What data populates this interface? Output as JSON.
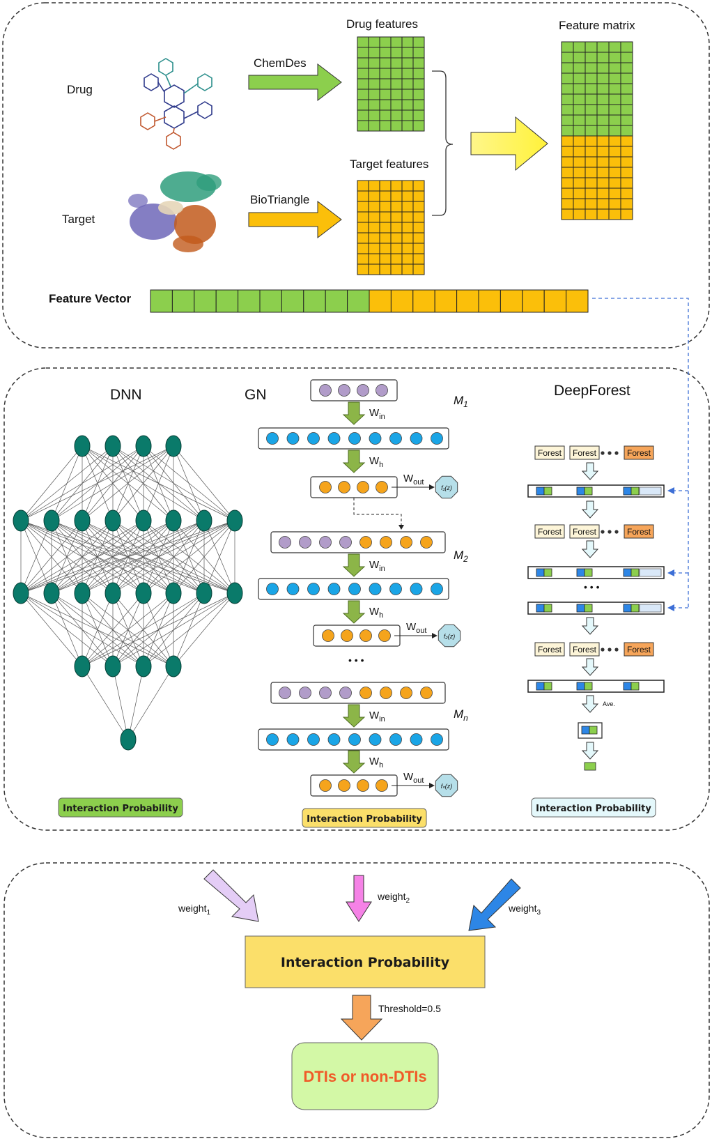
{
  "top": {
    "drug_label": "Drug",
    "target_label": "Target",
    "chemdes_label": "ChemDes",
    "biotriangle_label": "BioTriangle",
    "drug_features_label": "Drug features",
    "target_features_label": "Target features",
    "feature_matrix_label": "Feature matrix",
    "feature_vector_label": "Feature Vector"
  },
  "models": {
    "dnn_title": "DNN",
    "gn_title": "GN",
    "deepforest_title": "DeepForest",
    "dnn_output": "Interaction Probability",
    "gn_output": "Interaction Probability",
    "deepforest_output": "Interaction Probability",
    "gn": {
      "m1": "M",
      "m1_sub": "1",
      "m2": "M",
      "m2_sub": "2",
      "mn": "M",
      "mn_sub": "n",
      "w": "W",
      "in_sub": "in",
      "h_sub": "h",
      "out_sub": "out",
      "f1": "f₁(z)",
      "f2": "f₂(z)",
      "fn": "fₙ(z)",
      "ellipsis": "• • •"
    },
    "deepforest": {
      "forest": "Forest",
      "ave": "Ave.",
      "ellipsis": "• • •"
    }
  },
  "ensemble": {
    "weight": "weight",
    "w1_sub": "1",
    "w2_sub": "2",
    "w3_sub": "3",
    "result_box": "Interaction Probability",
    "threshold": "Threshold=0.5",
    "final": "DTIs or non-DTIs"
  },
  "colors": {
    "green": "#8ccf4d",
    "orange": "#fbbf0a",
    "teal": "#0a7a6a",
    "blue_node": "#1aa5e6",
    "purple_node": "#b19cc9",
    "orange_node": "#f5a41c",
    "final_text": "#f05a28",
    "final_bg": "#d3f8a6",
    "result_bg": "#fbdf6a"
  }
}
